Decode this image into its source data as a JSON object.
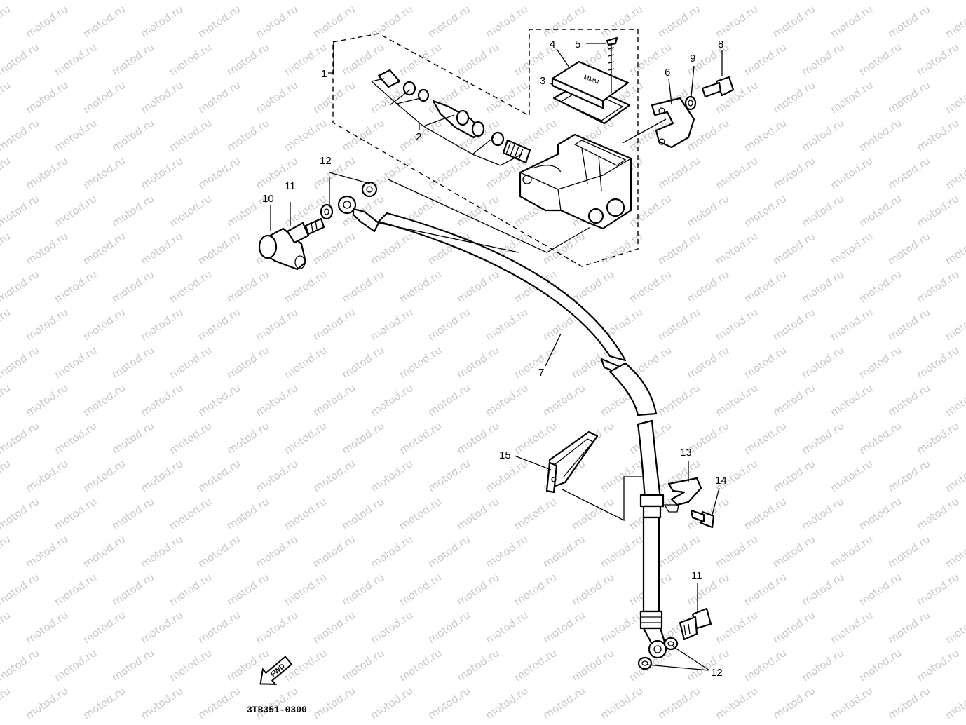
{
  "watermark": {
    "text": "motod.ru"
  },
  "part_labels": [
    {
      "id": "1",
      "text": "1"
    },
    {
      "id": "2",
      "text": "2"
    },
    {
      "id": "3",
      "text": "3"
    },
    {
      "id": "4",
      "text": "4"
    },
    {
      "id": "5",
      "text": "5"
    },
    {
      "id": "6",
      "text": "6"
    },
    {
      "id": "7",
      "text": "7"
    },
    {
      "id": "8",
      "text": "8"
    },
    {
      "id": "9",
      "text": "9"
    },
    {
      "id": "10",
      "text": "10"
    },
    {
      "id": "11a",
      "text": "11"
    },
    {
      "id": "11b",
      "text": "11"
    },
    {
      "id": "12a",
      "text": "12"
    },
    {
      "id": "12b",
      "text": "12"
    },
    {
      "id": "13",
      "text": "13"
    },
    {
      "id": "14",
      "text": "14"
    },
    {
      "id": "15",
      "text": "15"
    }
  ],
  "fwd_arrow": {
    "text": "FWD"
  },
  "diagram_code": "3TB351-0300",
  "cap_marking": "MMM"
}
